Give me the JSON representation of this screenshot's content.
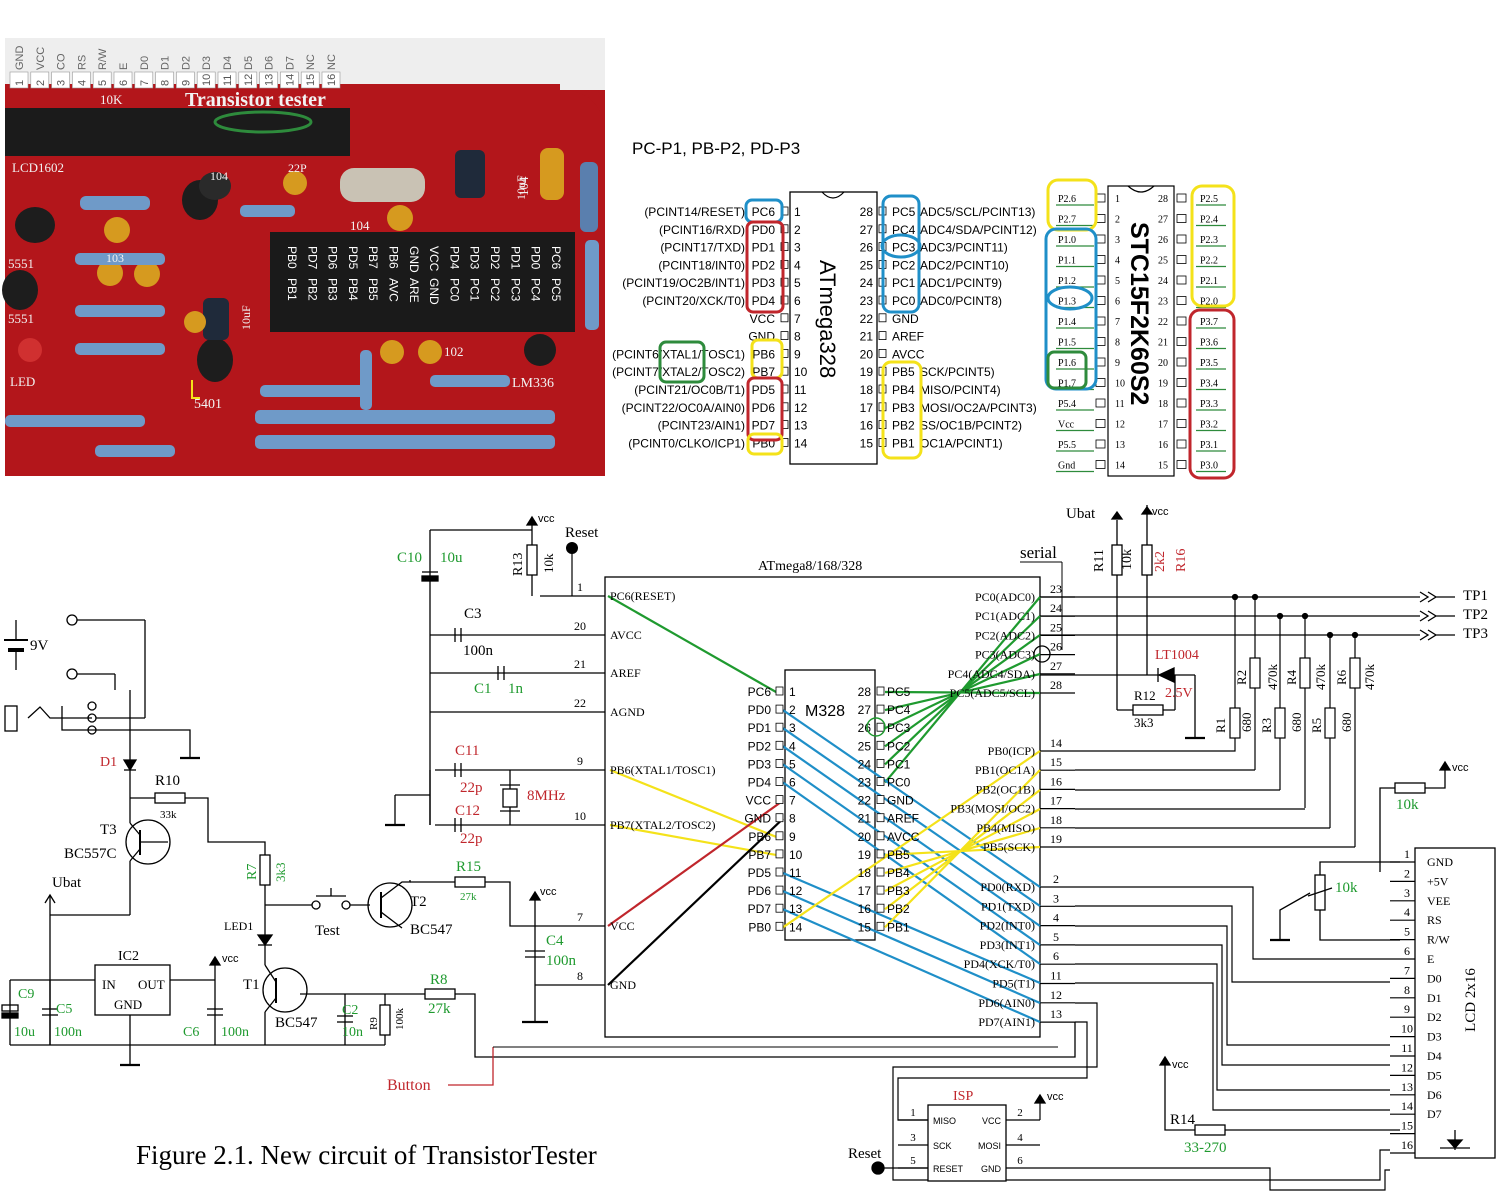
{
  "photo": {
    "board_title": "Transistor tester",
    "top_pins_numbers": [
      "1",
      "2",
      "3",
      "4",
      "5",
      "6",
      "7",
      "8",
      "9",
      "10",
      "11",
      "12",
      "13",
      "14",
      "15",
      "16"
    ],
    "top_pins_labels": [
      "GND",
      "VCC",
      "CO",
      "RS",
      "R/W",
      "E",
      "D0",
      "D1",
      "D2",
      "D3",
      "D4",
      "D5",
      "D6",
      "D7",
      "NC",
      "NC"
    ],
    "silkscreen": {
      "lcd": "LCD1602",
      "pot": "10K",
      "cap1": "10uF",
      "cap2": "10uF",
      "c104a": "104",
      "c104b": "104",
      "c102": "102",
      "c22p": "22P",
      "r103": "103",
      "lm": "LM336",
      "ic": "5401",
      "q": "5551",
      "q2": "5551",
      "led": "LED",
      "c104c": "104"
    },
    "header_top": [
      "PB0",
      "PD7",
      "PD6",
      "PD5",
      "PB7",
      "PB6",
      "GND",
      "VCC",
      "PD4",
      "PD3",
      "PD2",
      "PD1",
      "PD0",
      "PC6"
    ],
    "header_bot": [
      "PB1",
      "PB2",
      "PB3",
      "PB4",
      "PB5",
      "AVC",
      "ARE",
      "GND",
      "PC0",
      "PC1",
      "PC2",
      "PC3",
      "PC4",
      "PC5"
    ]
  },
  "pinout": {
    "mapping_note": "PC-P1, PB-P2, PD-P3",
    "atmega_name": "ATmega328",
    "left_funcs": [
      "(PCINT14/RESET)",
      "(PCINT16/RXD)",
      "(PCINT17/TXD)",
      "(PCINT18/INT0)",
      "(PCINT19/OC2B/INT1)",
      "(PCINT20/XCK/T0)",
      "",
      "",
      "(PCINT6/XTAL1/TOSC1)",
      "(PCINT7/XTAL2/TOSC2)",
      "(PCINT21/OC0B/T1)",
      "(PCINT22/OC0A/AIN0)",
      "(PCINT23/AIN1)",
      "(PCINT0/CLKO/ICP1)"
    ],
    "left_pins": [
      "PC6",
      "PD0",
      "PD1",
      "PD2",
      "PD3",
      "PD4",
      "VCC",
      "GND",
      "PB6",
      "PB7",
      "PD5",
      "PD6",
      "PD7",
      "PB0"
    ],
    "right_pins": [
      "PC5",
      "PC4",
      "PC3",
      "PC2",
      "PC1",
      "PC0",
      "GND",
      "AREF",
      "AVCC",
      "PB5",
      "PB4",
      "PB3",
      "PB2",
      "PB1"
    ],
    "right_funcs": [
      "ADC5/SCL/PCINT13)",
      "ADC4/SDA/PCINT12)",
      "ADC3/PCINT11)",
      "ADC2/PCINT10)",
      "ADC1/PCINT9)",
      "ADC0/PCINT8)",
      "",
      "",
      "",
      "SCK/PCINT5)",
      "MISO/PCINT4)",
      "MOSI/OC2A/PCINT3)",
      "SS/OC1B/PCINT2)",
      "OC1A/PCINT1)"
    ],
    "stc_name": "STC15F2K60S2",
    "stc_left": [
      "P2.6",
      "P2.7",
      "P1.0",
      "P1.1",
      "P1.2",
      "P1.3",
      "P1.4",
      "P1.5",
      "P1.6",
      "P1.7",
      "P5.4",
      "Vcc",
      "P5.5",
      "Gnd"
    ],
    "stc_right": [
      "P2.5",
      "P2.4",
      "P2.3",
      "P2.2",
      "P2.1",
      "P2.0",
      "P3.7",
      "P3.6",
      "P3.5",
      "P3.4",
      "P3.3",
      "P3.2",
      "P3.1",
      "P3.0"
    ],
    "colors": {
      "red": "#c0262c",
      "blue": "#1f8fc8",
      "yellow": "#f4e21a",
      "green": "#2e8b3c"
    }
  },
  "schematic": {
    "caption": "Figure 2.1. New circuit of TransistorTester",
    "mcu_title": "ATmega8/168/328",
    "mcu_left_pins": [
      {
        "num": "1",
        "name": "PC6(RESET)"
      },
      {
        "num": "20",
        "name": "AVCC"
      },
      {
        "num": "21",
        "name": "AREF"
      },
      {
        "num": "22",
        "name": "AGND"
      },
      {
        "num": "9",
        "name": "PB6(XTAL1/TOSC1)"
      },
      {
        "num": "10",
        "name": "PB7(XTAL2/TOSC2)"
      },
      {
        "num": "7",
        "name": "VCC"
      },
      {
        "num": "8",
        "name": "GND"
      }
    ],
    "mcu_right_top": [
      {
        "num": "23",
        "name": "PC0(ADC0)"
      },
      {
        "num": "24",
        "name": "PC1(ADC1)"
      },
      {
        "num": "25",
        "name": "PC2(ADC2)"
      },
      {
        "num": "26",
        "name": "PC3(ADC3)"
      },
      {
        "num": "27",
        "name": "PC4(ADC4/SDA)"
      },
      {
        "num": "28",
        "name": "PC5(ADC5/SCL)"
      }
    ],
    "mcu_right_mid": [
      {
        "num": "14",
        "name": "PB0(ICP)"
      },
      {
        "num": "15",
        "name": "PB1(OC1A)"
      },
      {
        "num": "16",
        "name": "PB2(OC1B)"
      },
      {
        "num": "17",
        "name": "PB3(MOSI/OC2)"
      },
      {
        "num": "18",
        "name": "PB4(MISO)"
      },
      {
        "num": "19",
        "name": "PB5(SCK)"
      }
    ],
    "mcu_right_bot": [
      {
        "num": "2",
        "name": "PD0(RXD)"
      },
      {
        "num": "3",
        "name": "PD1(TXD)"
      },
      {
        "num": "4",
        "name": "PD2(INT0)"
      },
      {
        "num": "5",
        "name": "PD3(INT1)"
      },
      {
        "num": "6",
        "name": "PD4(XCK/T0)"
      },
      {
        "num": "11",
        "name": "PD5(T1)"
      },
      {
        "num": "12",
        "name": "PD6(AIN0)"
      },
      {
        "num": "13",
        "name": "PD7(AIN1)"
      }
    ],
    "m328_name": "M328",
    "m328_left": [
      {
        "num": "1",
        "name": "PC6"
      },
      {
        "num": "2",
        "name": "PD0"
      },
      {
        "num": "3",
        "name": "PD1"
      },
      {
        "num": "4",
        "name": "PD2"
      },
      {
        "num": "5",
        "name": "PD3"
      },
      {
        "num": "6",
        "name": "PD4"
      },
      {
        "num": "7",
        "name": "VCC"
      },
      {
        "num": "8",
        "name": "GND"
      },
      {
        "num": "9",
        "name": "PB6"
      },
      {
        "num": "10",
        "name": "PB7"
      },
      {
        "num": "11",
        "name": "PD5"
      },
      {
        "num": "12",
        "name": "PD6"
      },
      {
        "num": "13",
        "name": "PD7"
      },
      {
        "num": "14",
        "name": "PB0"
      }
    ],
    "m328_right": [
      {
        "num": "28",
        "name": "PC5"
      },
      {
        "num": "27",
        "name": "PC4"
      },
      {
        "num": "26",
        "name": "PC3"
      },
      {
        "num": "25",
        "name": "PC2"
      },
      {
        "num": "24",
        "name": "PC1"
      },
      {
        "num": "23",
        "name": "PC0"
      },
      {
        "num": "22",
        "name": "GND"
      },
      {
        "num": "21",
        "name": "AREF"
      },
      {
        "num": "20",
        "name": "AVCC"
      },
      {
        "num": "19",
        "name": "PB5"
      },
      {
        "num": "18",
        "name": "PB4"
      },
      {
        "num": "17",
        "name": "PB3"
      },
      {
        "num": "16",
        "name": "PB2"
      },
      {
        "num": "15",
        "name": "PB1"
      }
    ],
    "labels": {
      "vcc": "vcc",
      "reset": "Reset",
      "ubat": "Ubat",
      "serial": "serial",
      "battery": "9V",
      "test": "Test",
      "button": "Button",
      "led1": "LED1",
      "ic2": "IC2",
      "ic2_in": "IN",
      "ic2_out": "OUT",
      "ic2_gnd": "GND",
      "tp1": "TP1",
      "tp2": "TP2",
      "tp3": "TP3",
      "lt1004": "LT1004",
      "v25": "2.5V",
      "lcd": "LCD 2x16",
      "isp": "ISP",
      "xtal": "8MHz"
    },
    "components": {
      "C10": "C10",
      "C10v": "10u",
      "C3": "C3",
      "C3v": "100n",
      "C1": "C1",
      "C1v": "1n",
      "C11": "C11",
      "C11v": "22p",
      "C12": "C12",
      "C12v": "22p",
      "R13": "R13",
      "R13v": "10k",
      "R11": "R11",
      "R11v": "10k",
      "R16": "R16",
      "R16v": "2k2",
      "R12": "R12",
      "R12v": "3k3",
      "R1": "R1",
      "R1v": "680",
      "R2": "R2",
      "R2v": "470k",
      "R3": "R3",
      "R3v": "680",
      "R4": "R4",
      "R4v": "470k",
      "R5": "R5",
      "R5v": "680",
      "R6": "R6",
      "R6v": "470k",
      "D1": "D1",
      "R10": "R10",
      "R10v": "33k",
      "T3": "T3",
      "T3t": "BC557C",
      "R7": "R7",
      "R7v": "3k3",
      "T1": "T1",
      "T1t": "BC547",
      "T2": "T2",
      "T2t": "BC547",
      "R15": "R15",
      "R15v": "27k",
      "R8": "R8",
      "R8v": "27k",
      "R9": "R9",
      "R9v": "100k",
      "C2": "C2",
      "C2v": "10n",
      "C4": "C4",
      "C4v": "100n",
      "C9": "C9",
      "C9v": "10u",
      "C5": "C5",
      "C5v": "100n",
      "C6": "C6",
      "C6v": "100n",
      "R10k_lcd": "10k",
      "pot10k": "10k",
      "R14": "R14",
      "R14v": "33-270"
    },
    "lcd_pins": [
      {
        "num": "1",
        "name": "GND"
      },
      {
        "num": "2",
        "name": "+5V"
      },
      {
        "num": "3",
        "name": "VEE"
      },
      {
        "num": "4",
        "name": "RS"
      },
      {
        "num": "5",
        "name": "R/W"
      },
      {
        "num": "6",
        "name": "E"
      },
      {
        "num": "7",
        "name": "D0"
      },
      {
        "num": "8",
        "name": "D1"
      },
      {
        "num": "9",
        "name": "D2"
      },
      {
        "num": "10",
        "name": "D3"
      },
      {
        "num": "11",
        "name": "D4"
      },
      {
        "num": "12",
        "name": "D5"
      },
      {
        "num": "13",
        "name": "D6"
      },
      {
        "num": "14",
        "name": "D7"
      },
      {
        "num": "15",
        "name": ""
      },
      {
        "num": "16",
        "name": ""
      }
    ],
    "isp_pins": [
      {
        "num": "1",
        "name": "MISO"
      },
      {
        "num": "2",
        "name": "VCC"
      },
      {
        "num": "3",
        "name": "SCK"
      },
      {
        "num": "4",
        "name": "MOSI"
      },
      {
        "num": "5",
        "name": "RESET"
      },
      {
        "num": "6",
        "name": "GND"
      }
    ]
  }
}
